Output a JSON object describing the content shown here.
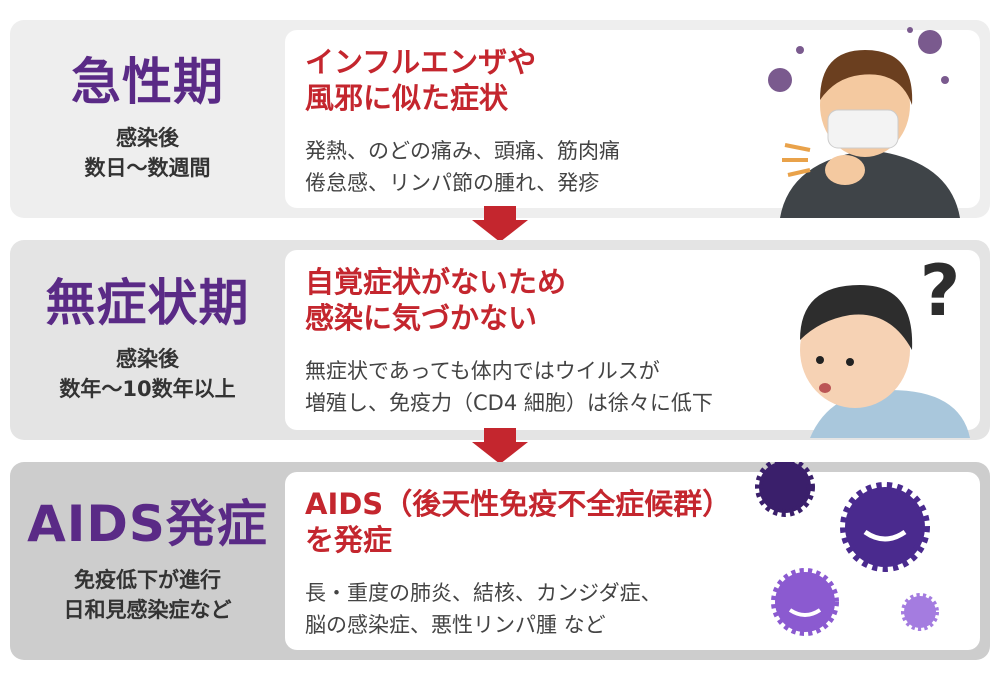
{
  "stages": [
    {
      "phase": "急性期",
      "sub1": "感染後",
      "sub2": "数日〜数週間",
      "head1": "インフルエンザや",
      "head2": "風邪に似た症状",
      "desc1": "発熱、のどの痛み、頭痛、筋肉痛",
      "desc2": "倦怠感、リンパ節の腫れ、発疹"
    },
    {
      "phase": "無症状期",
      "sub1": "感染後",
      "sub2": "数年〜10数年以上",
      "head1": "自覚症状がないため",
      "head2": "感染に気づかない",
      "desc1": "無症状であっても体内ではウイルスが",
      "desc2": "増殖し、免疫力（CD4 細胞）は徐々に低下"
    },
    {
      "phase": "AIDS発症",
      "sub1": "免疫低下が進行",
      "sub2": "日和見感染症など",
      "head1": "AIDS（後天性免疫不全症候群）",
      "head2": "を発症",
      "desc1": "長・重度の肺炎、結核、カンジダ症、",
      "desc2": "脳の感染症、悪性リンパ腫 など"
    }
  ],
  "question_mark": "?",
  "colors": {
    "phase": "#5a2a86",
    "headline": "#c4262e",
    "arrow": "#c4262e"
  }
}
